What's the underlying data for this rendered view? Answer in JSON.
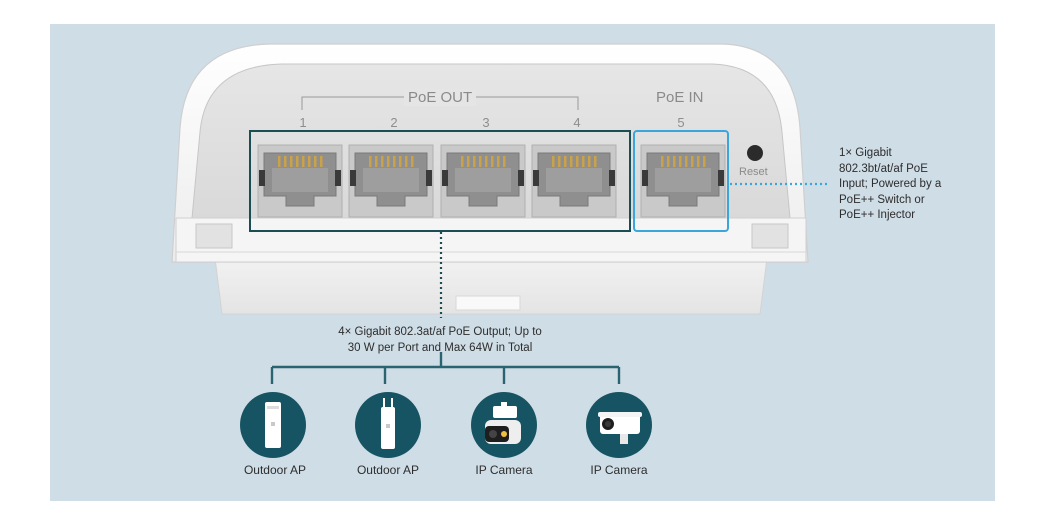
{
  "device": {
    "poe_out_label": "PoE OUT",
    "poe_in_label": "PoE IN",
    "reset_label": "Reset",
    "ports": [
      {
        "number": "1"
      },
      {
        "number": "2"
      },
      {
        "number": "3"
      },
      {
        "number": "4"
      },
      {
        "number": "5"
      }
    ]
  },
  "annotations": {
    "input_lines": [
      "1× Gigabit",
      "802.3bt/at/af PoE",
      "Input; Powered by a",
      "PoE++ Switch or",
      "PoE++ Injector"
    ],
    "output_lines": [
      "4× Gigabit 802.3at/af PoE Output; Up to",
      "30 W per Port and Max 64W in Total"
    ]
  },
  "devices": [
    {
      "label": "Outdoor AP",
      "icon": "outdoor-ap-icon"
    },
    {
      "label": "Outdoor AP",
      "icon": "outdoor-ap-antenna-icon"
    },
    {
      "label": "IP Camera",
      "icon": "ptz-camera-icon"
    },
    {
      "label": "IP Camera",
      "icon": "bullet-camera-icon"
    }
  ],
  "colors": {
    "background_panel": "#cfdde6",
    "poe_out_frame": "#1b4d55",
    "poe_in_frame": "#3aa6dc",
    "device_circle": "#175463",
    "connector_line": "#2a6470"
  }
}
